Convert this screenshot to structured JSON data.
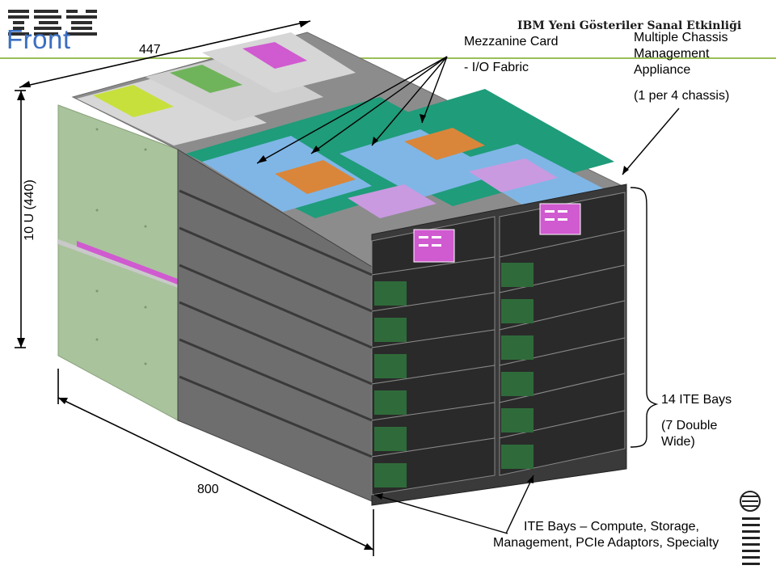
{
  "slide": {
    "title": "Front",
    "event_title": "IBM Yeni Gösteriler Sanal Etkinliği"
  },
  "dimensions": {
    "width": "447",
    "height": "10 U (440)",
    "depth": "800"
  },
  "callouts": {
    "mezzanine_title": "Mezzanine Card",
    "mezzanine_sub": "- I/O Fabric",
    "mcma_line1": "Multiple Chassis",
    "mcma_line2": "Management",
    "mcma_line3": "Appliance",
    "mcma_note": "(1 per 4 chassis)",
    "bays_title": "14 ITE Bays",
    "bays_line1": "(7 Double",
    "bays_line2": "Wide)",
    "ite_line1": "ITE Bays – Compute, Storage,",
    "ite_line2": "Management, PCIe Adaptors, Specialty"
  },
  "colors": {
    "title_blue": "#3b6fc2",
    "accent_green": "#9bbf59",
    "chassis_side": "#a9c39c",
    "node_dark": "#2a2a2a",
    "dimm_blue": "#7fb6e6",
    "heatsink_orange": "#d9863b",
    "magenta": "#d05ad0",
    "pcb_green": "#1f9c7a"
  }
}
